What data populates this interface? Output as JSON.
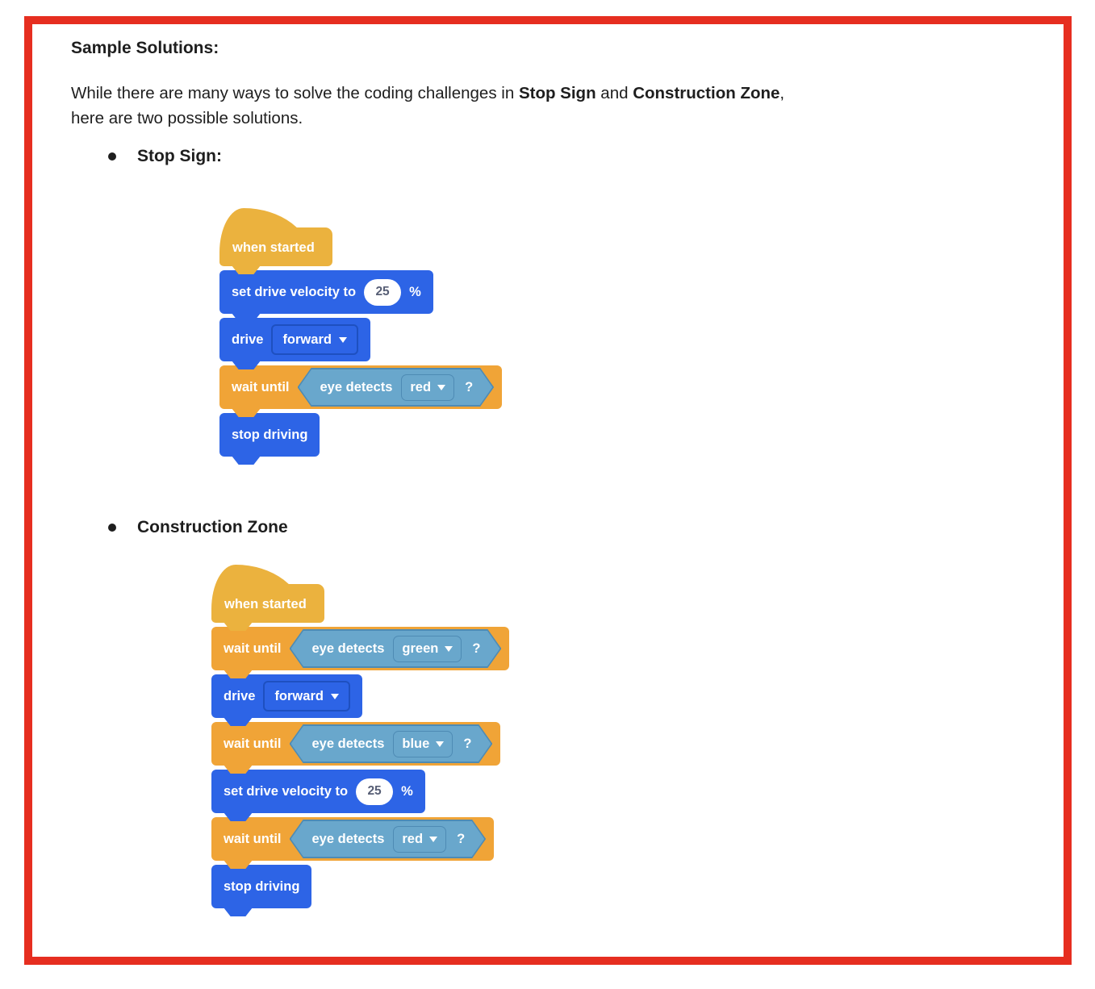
{
  "colors": {
    "frame_red": "#e62e20",
    "hat_yellow": "#ebb23e",
    "control_orange": "#f0a437",
    "drive_blue": "#2d64e6",
    "blue_dd_border": "#1e50c0",
    "hex_fill": "#69a7cc",
    "hex_border": "#4e8bb4",
    "pill_text": "#575e75",
    "doc_text": "#1e1e1e"
  },
  "doc": {
    "heading": "Sample Solutions:",
    "intro": {
      "t1": "While there are many ways to solve the coding challenges in ",
      "b1": "Stop Sign",
      "t2": " and ",
      "b2": "Construction Zone",
      "t3": ",",
      "line2": "here are two possible solutions."
    },
    "bullets": {
      "stop_sign": "Stop Sign:",
      "construction_zone": "Construction Zone"
    }
  },
  "stop_sign": {
    "hat": "when started",
    "set_velocity": {
      "prefix": "set drive velocity to",
      "value": "25",
      "unit": "%"
    },
    "drive": {
      "label": "drive",
      "option": "forward"
    },
    "wait_red": {
      "label": "wait until",
      "sensor": "eye detects",
      "option": "red",
      "q": "?"
    },
    "stop": "stop driving"
  },
  "construction": {
    "hat": "when started",
    "wait_green": {
      "label": "wait until",
      "sensor": "eye detects",
      "option": "green",
      "q": "?"
    },
    "drive": {
      "label": "drive",
      "option": "forward"
    },
    "wait_blue": {
      "label": "wait until",
      "sensor": "eye detects",
      "option": "blue",
      "q": "?"
    },
    "set_velocity": {
      "prefix": "set drive velocity to",
      "value": "25",
      "unit": "%"
    },
    "wait_red": {
      "label": "wait until",
      "sensor": "eye detects",
      "option": "red",
      "q": "?"
    },
    "stop": "stop driving"
  }
}
